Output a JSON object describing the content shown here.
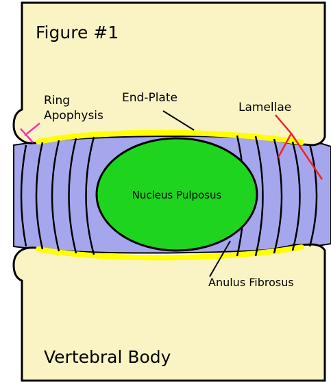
{
  "figure": {
    "title": "Figure #1",
    "bottom_label": "Vertebral Body",
    "labels": {
      "ring_apophysis_line1": "Ring",
      "ring_apophysis_line2": "Apophysis",
      "end_plate": "End-Plate",
      "lamellae": "Lamellae",
      "nucleus": "Nucleus Pulposus",
      "anulus": "Anulus Fibrosus"
    },
    "colors": {
      "bone": "#faf3c4",
      "disc": "#a6a6ec",
      "nucleus": "#1fd41f",
      "end_plate": "#ffff00",
      "outline": "#000000",
      "ring_pointer": "#ff2fb0",
      "lamellae_pointer": "#ee2222"
    }
  }
}
